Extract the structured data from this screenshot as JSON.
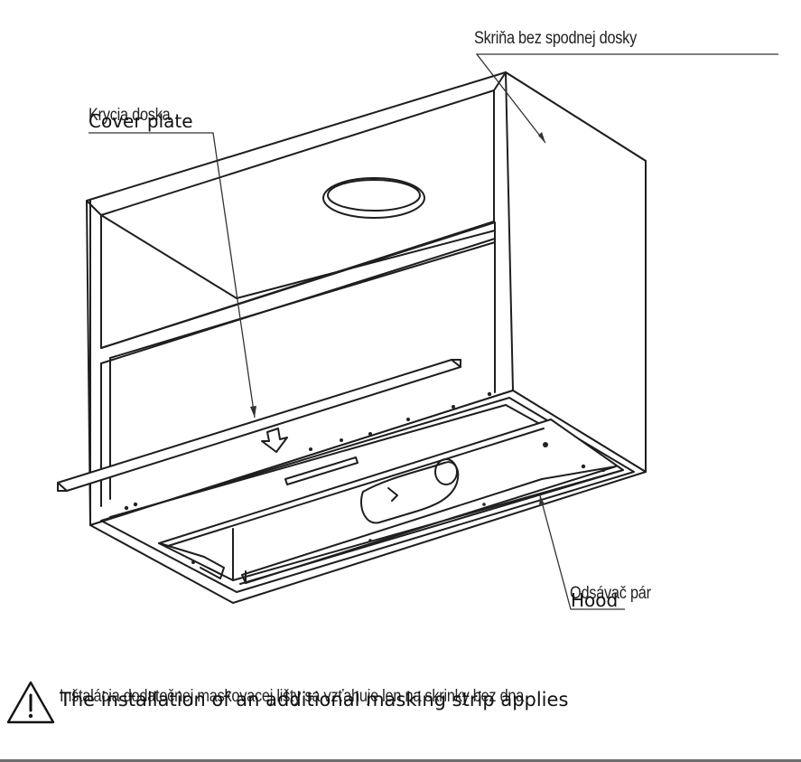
{
  "labels": {
    "cabinet_sk": "Skriňa bez spodnej dosky",
    "cover_plate_sk": "Krycia doska",
    "cover_plate_en": "Cover plate",
    "hood_sk": "Odsávač pár",
    "hood_en": "Hood"
  },
  "warning": {
    "icon": "warning-triangle-icon",
    "text_sk": "Inštalácia dodatočnej maskovacej lišty sa vzťahuje len na skrinky bez dna",
    "text_en": "The installation of an additional masking strip applies"
  }
}
